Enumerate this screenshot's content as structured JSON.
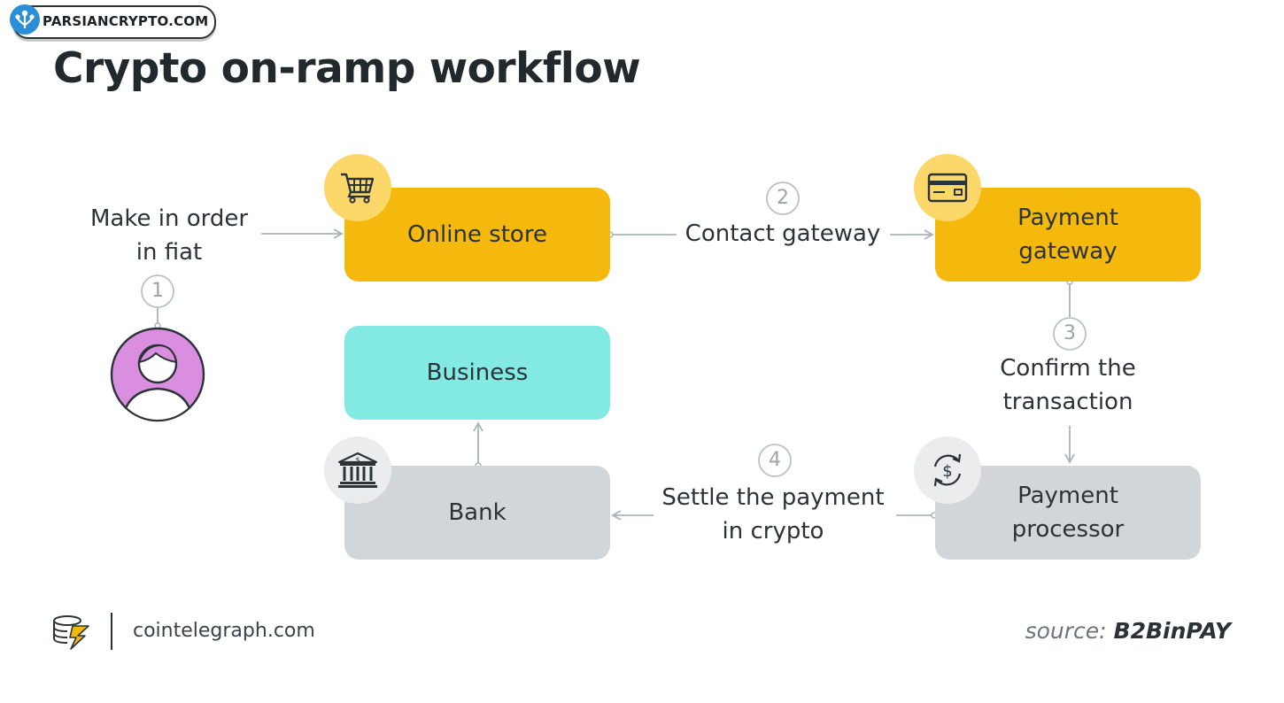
{
  "watermark": {
    "text": "PARSIANCRYPTO.COM"
  },
  "title": "Crypto on-ramp workflow",
  "nodes": {
    "online_store": "Online store",
    "payment_gateway": "Payment gateway",
    "business": "Business",
    "bank": "Bank",
    "payment_processor": "Payment processor"
  },
  "steps": [
    {
      "number": "1",
      "label_line1": "Make in order",
      "label_line2": "in fiat"
    },
    {
      "number": "2",
      "label_line1": "Contact gateway",
      "label_line2": ""
    },
    {
      "number": "3",
      "label_line1": "Confirm the",
      "label_line2": "transaction"
    },
    {
      "number": "4",
      "label_line1": "Settle the payment",
      "label_line2": "in crypto"
    }
  ],
  "icons": {
    "online_store": "shopping-cart-icon",
    "payment_gateway": "credit-card-icon",
    "bank": "bank-icon",
    "payment_processor": "currency-exchange-icon",
    "user": "user-avatar-icon"
  },
  "colors": {
    "yellow": "#f4b90c",
    "yellow_light": "#fcd86a",
    "teal": "#83e9e3",
    "grey": "#d3d6d8",
    "grey_light": "#eaeced",
    "avatar": "#d98ee0",
    "connector": "#a9b4b9"
  },
  "footer": {
    "brand": "cointelegraph.com",
    "source_prefix": "source:",
    "source_name": "B2BinPAY"
  }
}
